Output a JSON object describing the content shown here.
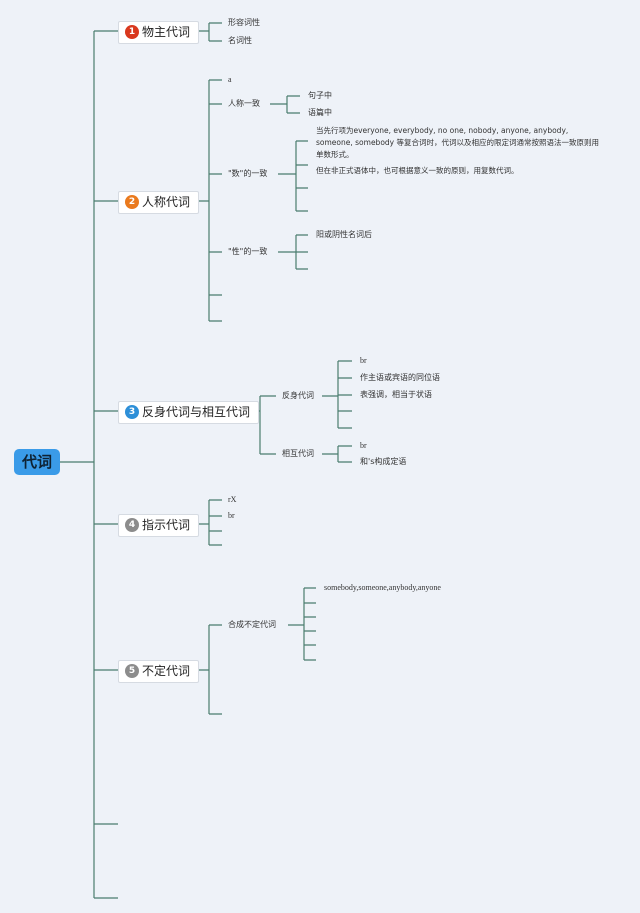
{
  "root": "代词",
  "colors": {
    "root": "#3a9be8",
    "line": "#4a7d6e",
    "n1": "#d9381e",
    "n2": "#ea7a1e",
    "n3": "#2d8fd8",
    "n4": "#8c8c8c",
    "n5": "#8c8c8c"
  },
  "b1": {
    "num": "1",
    "label": "物主代词",
    "children": [
      "形容词性",
      "名词性"
    ]
  },
  "b2": {
    "num": "2",
    "label": "人称代词",
    "a": "a",
    "person": {
      "label": "人称一致",
      "children": [
        "句子中",
        "语篇中"
      ]
    },
    "number": {
      "label": "\"数\"的一致",
      "p1": "当先行项为everyone, everybody, no one, nobody, anyone, anybody, someone, somebody 等复合词时，代词以及相应的限定词通常按照语法一致原则用单数形式。",
      "p2": "但在非正式语体中，也可根据意义一致的原则，用复数代词。"
    },
    "gender": {
      "label": "\"性\"的一致",
      "c1": "阳或阴性名词后"
    }
  },
  "b3": {
    "num": "3",
    "label": "反身代词与相互代词",
    "reflexive": {
      "label": "反身代词",
      "children": [
        "br",
        "作主语或宾语的同位语",
        "表强调，相当于状语"
      ]
    },
    "reciprocal": {
      "label": "相互代词",
      "children": [
        "br",
        "和's构成定语"
      ]
    }
  },
  "b4": {
    "num": "4",
    "label": "指示代词",
    "children": [
      "rX",
      "br"
    ]
  },
  "b5": {
    "num": "5",
    "label": "不定代词",
    "compound": {
      "label": "合成不定代词",
      "c1": "somebody,someone,anybody,anyone"
    }
  }
}
